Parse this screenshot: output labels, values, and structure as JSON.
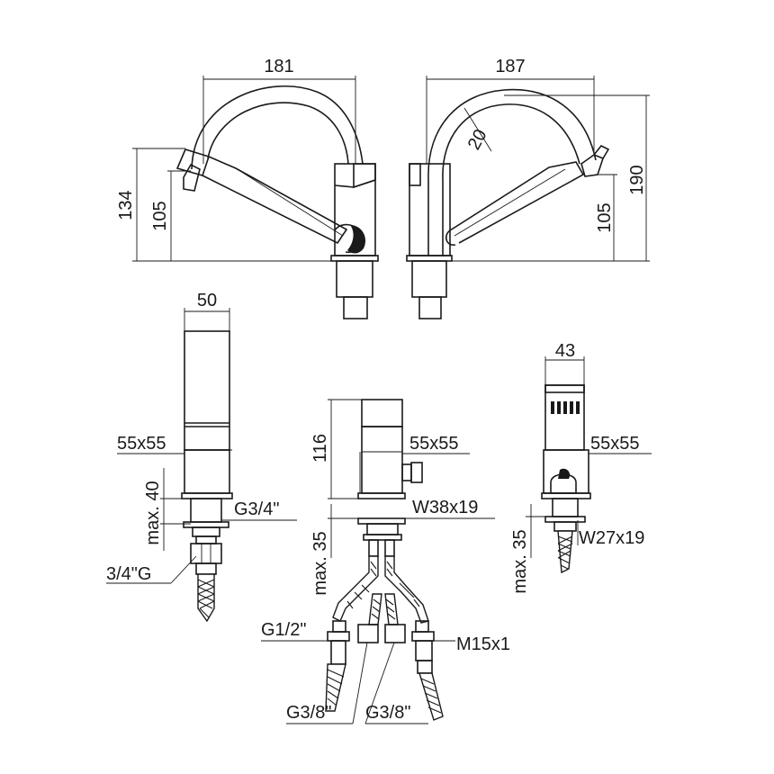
{
  "dimensions": {
    "top_left_width": "181",
    "top_right_width": "187",
    "left_height_134": "134",
    "left_height_105": "105",
    "right_height_105": "105",
    "right_height_190": "190",
    "radius_20": "20",
    "shower_width_50": "50",
    "shower_base": "55x55",
    "shower_max": "max. 40",
    "shower_thread": "G3/4\"",
    "shower_hose": "3/4\"G",
    "mixer_height": "116",
    "mixer_base": "55x55",
    "mixer_thread": "W38x19",
    "mixer_max": "max. 35",
    "hose_g12": "G1/2\"",
    "hose_m15": "M15x1",
    "hose_g38_a": "G3/8\"",
    "hose_g38_b": "G3/8\"",
    "spout_width_43": "43",
    "spout_base": "55x55",
    "spout_thread": "W27x19",
    "spout_max": "max. 35"
  }
}
